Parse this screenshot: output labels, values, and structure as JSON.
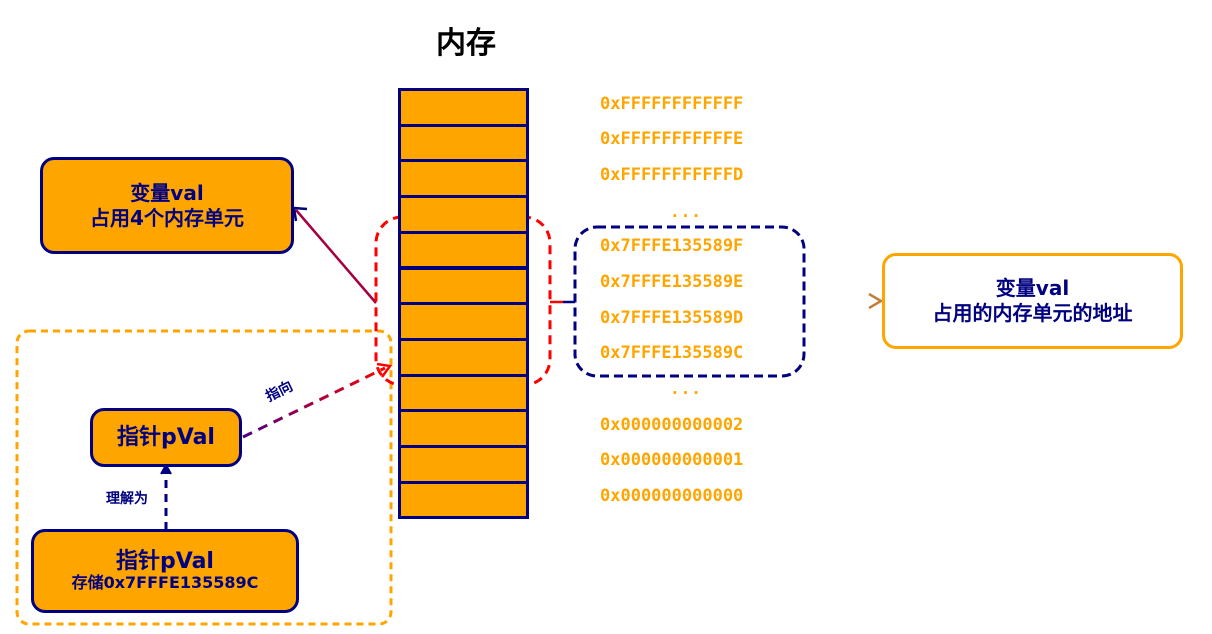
{
  "title": "内存",
  "memory": {
    "cell_count": 12,
    "fill_color": "#FFA500",
    "border_color": "#000080"
  },
  "addresses": {
    "top": [
      "0xFFFFFFFFFFFF",
      "0xFFFFFFFFFFFE",
      "0xFFFFFFFFFFFD"
    ],
    "ellipsis_top": "...",
    "highlighted": [
      "0x7FFFE135589F",
      "0x7FFFE135589E",
      "0x7FFFE135589D",
      "0x7FFFE135589C"
    ],
    "ellipsis_bottom": "...",
    "bottom": [
      "0x000000000002",
      "0x000000000001",
      "0x000000000000"
    ]
  },
  "boxes": {
    "var_units": {
      "line1": "变量val",
      "line2": "占用4个内存单元"
    },
    "var_address": {
      "line1": "变量val",
      "line2": "占用的内存单元的地址"
    },
    "pointer": {
      "line1": "指针pVal"
    },
    "pointer_store": {
      "line1": "指针pVal",
      "line2": "存储0x7FFFE135589C"
    }
  },
  "labels": {
    "points_to": "指向",
    "interpreted_as": "理解为"
  },
  "colors": {
    "orange": "#FFA500",
    "navy": "#000080",
    "red": "#FF0000",
    "purple": "#800080",
    "brown": "#B07850"
  }
}
